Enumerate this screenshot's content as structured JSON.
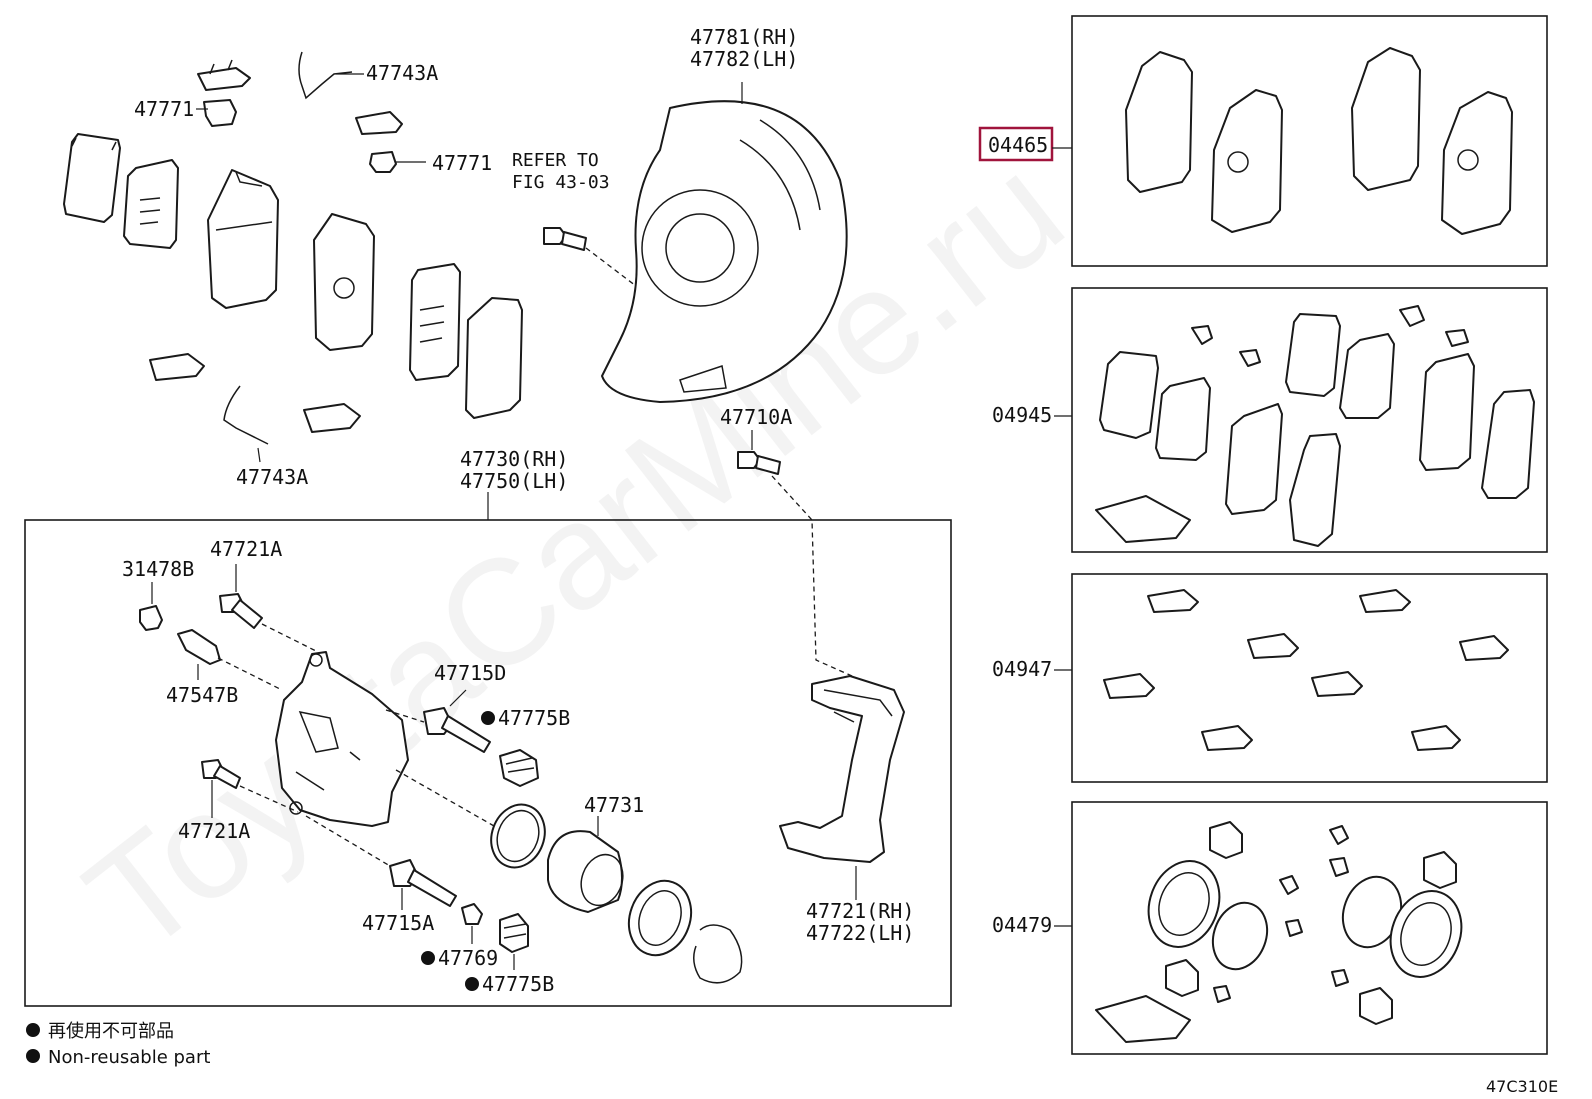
{
  "watermark": "ToyotaCarMine.ru",
  "figure_code": "47C310E",
  "legend": {
    "japanese": "再使用不可部品",
    "english": "Non-reusable part"
  },
  "labels": {
    "p47743A_top": "47743A",
    "p47771_a": "47771",
    "p47771_b": "47771",
    "refer_line1": "REFER TO",
    "refer_line2": "FIG 43-03",
    "p47781": "47781(RH)",
    "p47782": "47782(LH)",
    "p47743A_bottom": "47743A",
    "p47710A": "47710A",
    "p47730": "47730(RH)",
    "p47750": "47750(LH)",
    "p31478B": "31478B",
    "p47721A_top": "47721A",
    "p47547B": "47547B",
    "p47715D": "47715D",
    "p47775B_top": "47775B",
    "p47731": "47731",
    "p47721A_bottom": "47721A",
    "p47715A": "47715A",
    "p47769": "47769",
    "p47775B_bottom": "47775B",
    "p47721": "47721(RH)",
    "p47722": "47722(LH)"
  },
  "kits": [
    {
      "code": "04465",
      "highlighted": true
    },
    {
      "code": "04945",
      "highlighted": false
    },
    {
      "code": "04947",
      "highlighted": false
    },
    {
      "code": "04479",
      "highlighted": false
    }
  ],
  "colors": {
    "highlight": "#a0143c",
    "line": "#1a1a1a"
  }
}
